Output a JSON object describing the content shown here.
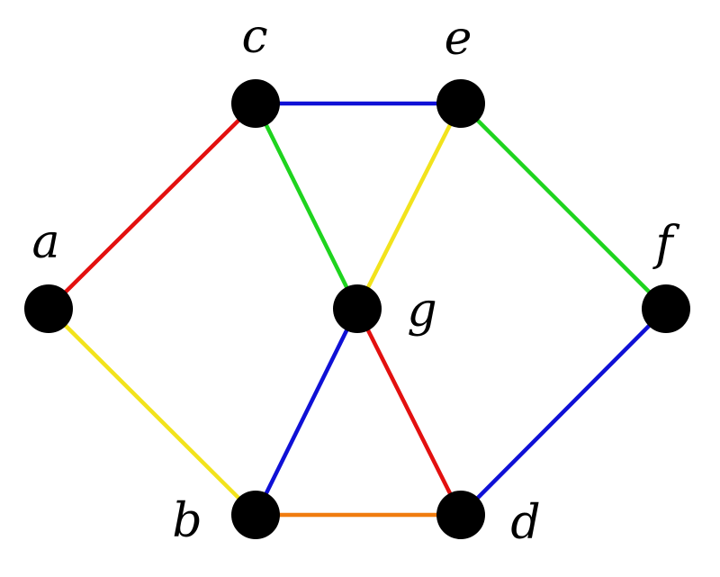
{
  "graph": {
    "vertices": [
      {
        "id": "a",
        "label": "a"
      },
      {
        "id": "b",
        "label": "b"
      },
      {
        "id": "c",
        "label": "c"
      },
      {
        "id": "d",
        "label": "d"
      },
      {
        "id": "e",
        "label": "e"
      },
      {
        "id": "f",
        "label": "f"
      },
      {
        "id": "g",
        "label": "g"
      }
    ],
    "edges": [
      {
        "from": "a",
        "to": "c",
        "color_name": "red",
        "color": "#e3100f"
      },
      {
        "from": "a",
        "to": "b",
        "color_name": "yellow",
        "color": "#f2e31c"
      },
      {
        "from": "c",
        "to": "e",
        "color_name": "blue",
        "color": "#0f10d6"
      },
      {
        "from": "c",
        "to": "g",
        "color_name": "green",
        "color": "#1ed41e"
      },
      {
        "from": "e",
        "to": "g",
        "color_name": "yellow",
        "color": "#f2e31c"
      },
      {
        "from": "e",
        "to": "f",
        "color_name": "green",
        "color": "#1ed41e"
      },
      {
        "from": "g",
        "to": "b",
        "color_name": "blue",
        "color": "#0f10d6"
      },
      {
        "from": "g",
        "to": "d",
        "color_name": "red",
        "color": "#e3100f"
      },
      {
        "from": "b",
        "to": "d",
        "color_name": "orange",
        "color": "#f07c0f"
      },
      {
        "from": "f",
        "to": "d",
        "color_name": "blue",
        "color": "#0f10d6"
      }
    ],
    "vertex_color": "#000000"
  }
}
